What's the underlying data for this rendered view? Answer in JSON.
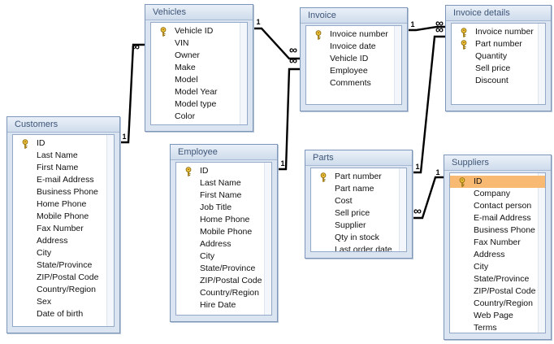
{
  "tables": [
    {
      "id": "vehicles",
      "title": "Vehicles",
      "fields": [
        {
          "name": "Vehicle ID",
          "key": true
        },
        {
          "name": "VIN"
        },
        {
          "name": "Owner"
        },
        {
          "name": "Make"
        },
        {
          "name": "Model"
        },
        {
          "name": "Model Year"
        },
        {
          "name": "Model type"
        },
        {
          "name": "Color"
        }
      ]
    },
    {
      "id": "invoice",
      "title": "Invoice",
      "fields": [
        {
          "name": "Invoice number",
          "key": true
        },
        {
          "name": "Invoice date"
        },
        {
          "name": "Vehicle ID"
        },
        {
          "name": "Employee"
        },
        {
          "name": "Comments"
        }
      ]
    },
    {
      "id": "invoice-details",
      "title": "Invoice details",
      "fields": [
        {
          "name": "Invoice number",
          "key": true
        },
        {
          "name": "Part number",
          "key": true
        },
        {
          "name": "Quantity"
        },
        {
          "name": "Sell price"
        },
        {
          "name": "Discount"
        }
      ]
    },
    {
      "id": "customers",
      "title": "Customers",
      "fields": [
        {
          "name": "ID",
          "key": true
        },
        {
          "name": "Last Name"
        },
        {
          "name": "First Name"
        },
        {
          "name": "E-mail Address"
        },
        {
          "name": "Business Phone"
        },
        {
          "name": "Home Phone"
        },
        {
          "name": "Mobile Phone"
        },
        {
          "name": "Fax Number"
        },
        {
          "name": "Address"
        },
        {
          "name": "City"
        },
        {
          "name": "State/Province"
        },
        {
          "name": "ZIP/Postal Code"
        },
        {
          "name": "Country/Region"
        },
        {
          "name": "Sex"
        },
        {
          "name": "Date of birth"
        }
      ]
    },
    {
      "id": "employee",
      "title": "Employee",
      "fields": [
        {
          "name": "ID",
          "key": true
        },
        {
          "name": "Last Name"
        },
        {
          "name": "First Name"
        },
        {
          "name": "Job Title"
        },
        {
          "name": "Home Phone"
        },
        {
          "name": "Mobile Phone"
        },
        {
          "name": "Address"
        },
        {
          "name": "City"
        },
        {
          "name": "State/Province"
        },
        {
          "name": "ZIP/Postal Code"
        },
        {
          "name": "Country/Region"
        },
        {
          "name": "Hire Date"
        }
      ]
    },
    {
      "id": "parts",
      "title": "Parts",
      "fields": [
        {
          "name": "Part number",
          "key": true
        },
        {
          "name": "Part name"
        },
        {
          "name": "Cost"
        },
        {
          "name": "Sell price"
        },
        {
          "name": "Supplier"
        },
        {
          "name": "Qty in stock"
        },
        {
          "name": "Last order date"
        }
      ]
    },
    {
      "id": "suppliers",
      "title": "Suppliers",
      "fields": [
        {
          "name": "ID",
          "key": true,
          "selected": true
        },
        {
          "name": "Company"
        },
        {
          "name": "Contact person"
        },
        {
          "name": "E-mail Address"
        },
        {
          "name": "Business Phone"
        },
        {
          "name": "Fax Number"
        },
        {
          "name": "Address"
        },
        {
          "name": "City"
        },
        {
          "name": "State/Province"
        },
        {
          "name": "ZIP/Postal Code"
        },
        {
          "name": "Country/Region"
        },
        {
          "name": "Web Page"
        },
        {
          "name": "Terms"
        }
      ]
    }
  ],
  "relationships": [
    {
      "id": "customers-vehicles",
      "from": "customers",
      "to": "vehicles",
      "from_label": "1",
      "to_label": "∞"
    },
    {
      "id": "vehicles-invoice",
      "from": "vehicles",
      "to": "invoice",
      "from_label": "1",
      "to_label": "∞"
    },
    {
      "id": "employee-invoice",
      "from": "employee",
      "to": "invoice",
      "from_label": "1",
      "to_label": "∞"
    },
    {
      "id": "invoice-invoicedetails",
      "from": "invoice",
      "to": "invoice-details",
      "from_label": "1",
      "to_label": "∞"
    },
    {
      "id": "parts-invoicedetails",
      "from": "parts",
      "to": "invoice-details",
      "from_label": "1",
      "to_label": "∞"
    },
    {
      "id": "suppliers-parts",
      "from": "suppliers",
      "to": "parts",
      "from_label": "1",
      "to_label": "∞"
    }
  ],
  "colors": {
    "line": "#000000",
    "selected": "#f8b973",
    "frame": "#dbe5f1",
    "title_text": "#3d5577"
  },
  "icons": {
    "key": "key-icon"
  }
}
